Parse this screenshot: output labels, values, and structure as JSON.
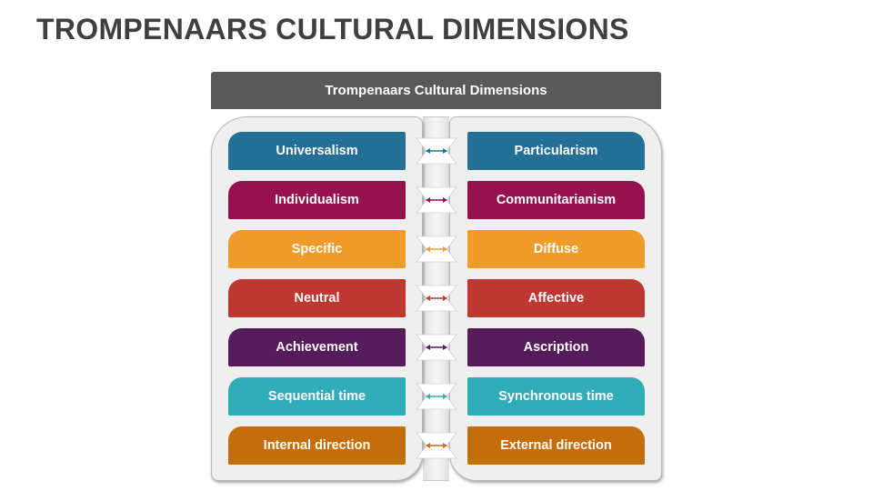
{
  "page": {
    "title": "TROMPENAARS CULTURAL DIMENSIONS"
  },
  "header": {
    "label": "Trompenaars Cultural Dimensions"
  },
  "dimensions": [
    {
      "left": "Universalism",
      "right": "Particularism",
      "color": "#236f96"
    },
    {
      "left": "Individualism",
      "right": "Communitarianism",
      "color": "#97114f"
    },
    {
      "left": "Specific",
      "right": "Diffuse",
      "color": "#f19b2b"
    },
    {
      "left": "Neutral",
      "right": "Affective",
      "color": "#be3730"
    },
    {
      "left": "Achievement",
      "right": "Ascription",
      "color": "#561b5b"
    },
    {
      "left": "Sequential time",
      "right": "Synchronous time",
      "color": "#30adb8"
    },
    {
      "left": "Internal direction",
      "right": "External direction",
      "color": "#c46e0b"
    }
  ]
}
